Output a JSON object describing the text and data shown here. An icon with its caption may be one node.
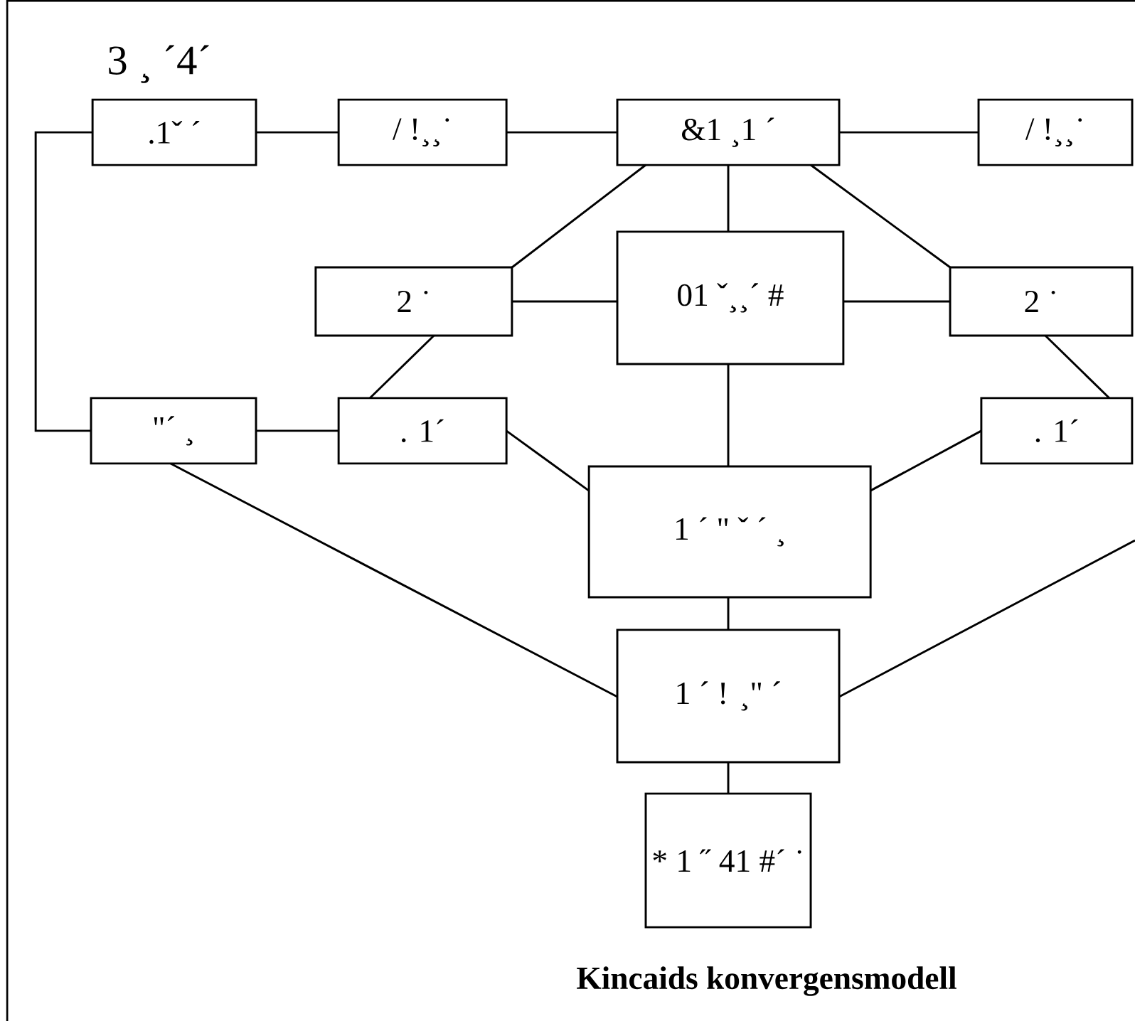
{
  "diagram": {
    "caption": "Kincaids konvergensmodell",
    "nodes": [
      {
        "text": [
          ".1ˇ ´"
        ]
      },
      {
        "text": [
          "/ !¸¸˙"
        ]
      },
      {
        "text": [
          "&1 ¸1 ´"
        ]
      },
      {
        "text": [
          "/ !¸¸˙"
        ]
      },
      {
        "text": [
          "2 ˙"
        ]
      },
      {
        "text": [
          "01 ˇ¸¸´ #"
        ]
      },
      {
        "text": [
          "2 ˙"
        ]
      },
      {
        "text": [
          "\"´ ¸"
        ]
      },
      {
        "text": [
          ". 1´"
        ]
      },
      {
        "text": [
          "1 ´ \" ˇ ´ ¸"
        ]
      },
      {
        "text": [
          ". 1´"
        ]
      },
      {
        "text": [
          "1 ´ ! ¸\" ´"
        ]
      },
      {
        "text": [
          "* 1 ˝ 41 #´ ˙"
        ]
      }
    ],
    "edges": [
      {
        "from": 0,
        "to": 1,
        "arrow": "none"
      },
      {
        "from": 1,
        "to": 2,
        "arrow": "none"
      },
      {
        "from": 2,
        "to": 3,
        "arrow": "none"
      },
      {
        "from": 2,
        "to": 4,
        "arrow": "none"
      },
      {
        "from": 2,
        "to": 5,
        "arrow": "none"
      },
      {
        "from": 2,
        "to": 6,
        "arrow": "none"
      },
      {
        "from": 4,
        "to": 5,
        "arrow": "none"
      },
      {
        "from": 5,
        "to": 6,
        "arrow": "none"
      },
      {
        "from": 4,
        "to": 8,
        "arrow": "none"
      },
      {
        "from": 6,
        "to": 10,
        "arrow": "none"
      },
      {
        "from": 0,
        "to": 7,
        "arrow": "none"
      },
      {
        "from": 7,
        "to": 8,
        "arrow": "none"
      },
      {
        "from": 7,
        "to": 11,
        "arrow": "none"
      },
      {
        "from": 8,
        "to": 9,
        "arrow": "none"
      },
      {
        "from": 10,
        "to": 9,
        "arrow": "none"
      },
      {
        "from": 5,
        "to": 9,
        "arrow": "none"
      },
      {
        "from": 9,
        "to": 11,
        "arrow": "none"
      },
      {
        "from": 11,
        "to": 12,
        "arrow": "none"
      },
      {
        "from": 11,
        "to": null,
        "arrow": "none"
      }
    ],
    "labels": [
      "3 ¸ ´4´"
    ]
  }
}
